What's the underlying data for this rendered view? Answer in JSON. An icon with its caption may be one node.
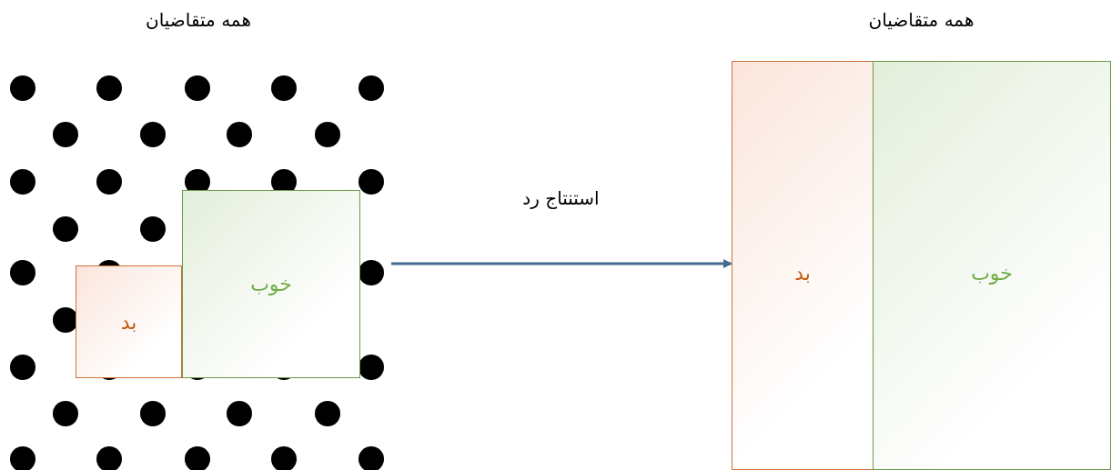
{
  "diagram": {
    "nodes": [
      {
        "text": [
          "همه متقاضیان"
        ]
      },
      {
        "text": [
          "بد"
        ],
        "in": 0
      },
      {
        "text": [
          "خوب"
        ],
        "in": 0
      },
      {
        "text": [
          "همه متقاضیان"
        ]
      },
      {
        "text": [
          "بد"
        ],
        "in": 3
      },
      {
        "text": [
          "خوب"
        ],
        "in": 3
      }
    ],
    "edges": [
      {
        "from": 0,
        "to": 3,
        "arrow": "to",
        "label": "استنتاج رد",
        "color": "#44698f"
      }
    ]
  }
}
